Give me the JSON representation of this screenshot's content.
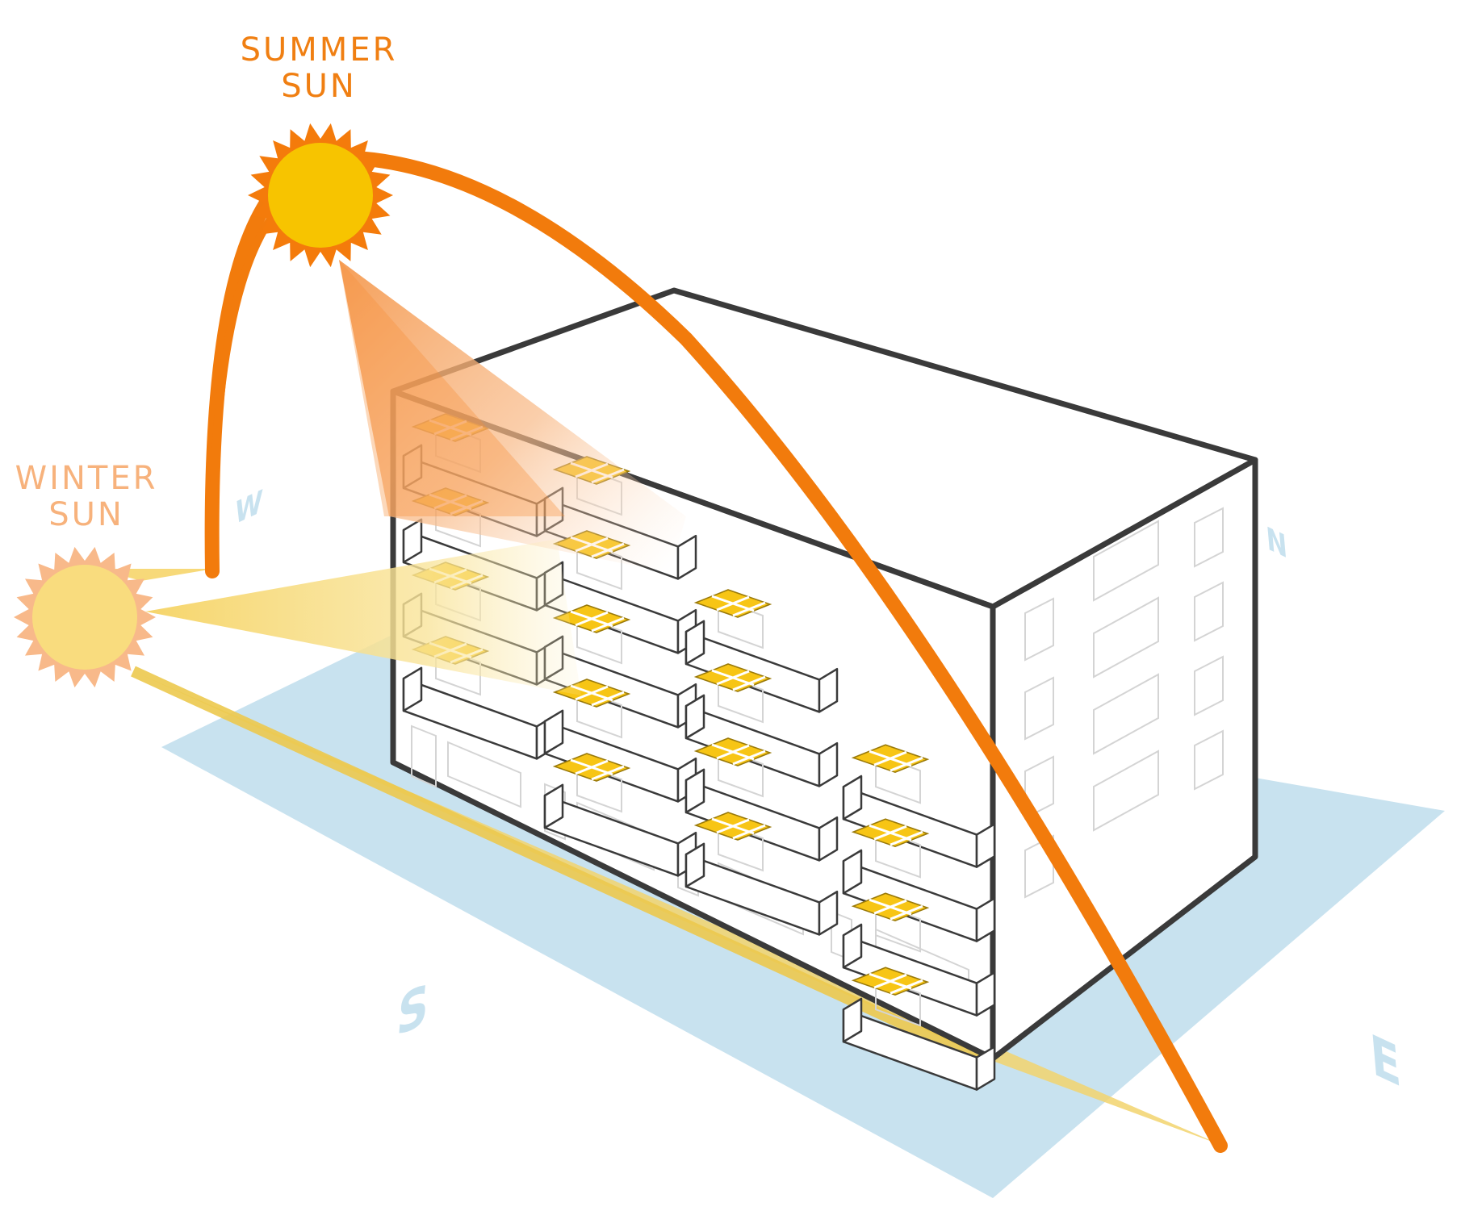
{
  "labels": {
    "summer_line1": "SUMMER",
    "summer_line2": "SUN",
    "winter_line1": "WINTER",
    "winter_line2": "SUN"
  },
  "compass": {
    "west": "W",
    "north": "N",
    "south": "S",
    "east": "E"
  },
  "colors": {
    "summer_sun": "#f7c400",
    "summer_rays": "#f47b0b",
    "summer_path": "#f27b0c",
    "winter_sun": "#f9dc7e",
    "winter_rays": "#f8b98a",
    "winter_path": "#f2d36d",
    "ground_plane": "#c8e2ef",
    "solar_panel": "#f7c515",
    "building_outline": "#3a3a3a"
  },
  "icons": {
    "summer_sun": "sun-icon",
    "winter_sun": "sun-icon",
    "solar_panel": "solar-panel-icon"
  }
}
